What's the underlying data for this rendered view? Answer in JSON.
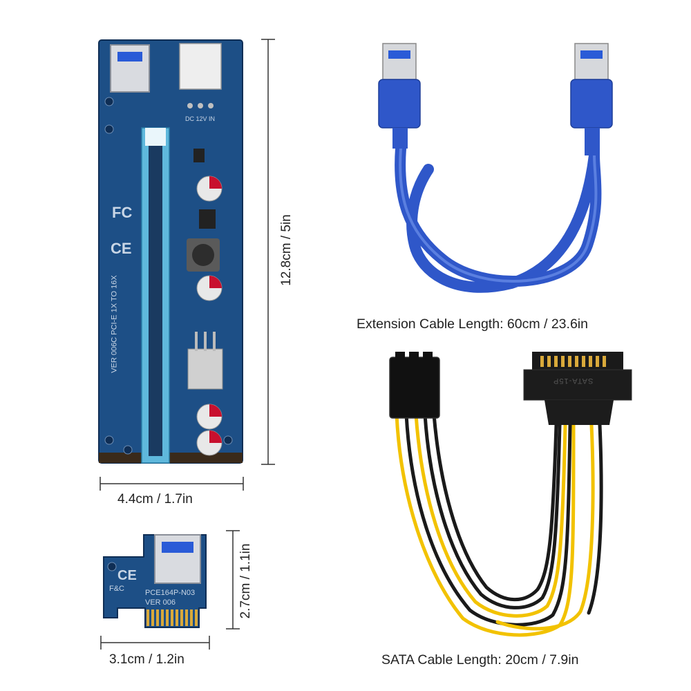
{
  "riser_board": {
    "model_text": "VER 006C PCI-E 1X TO 16X",
    "power_label": "DC 12V IN",
    "fcc_mark": "FC",
    "ce_mark": "CE",
    "width_label": "4.4cm / 1.7in",
    "height_label": "12.8cm / 5in"
  },
  "adapter_board": {
    "model_text": "PCE164P-N03",
    "version_text": "VER 006",
    "ce_mark": "CE",
    "fcc_mark": "F&C",
    "width_label": "3.1cm / 1.2in",
    "height_label": "2.7cm / 1.1in"
  },
  "usb_cable": {
    "caption": "Extension Cable Length: 60cm / 23.6in"
  },
  "sata_cable": {
    "connector_text": "SATA-15P",
    "caption": "SATA Cable Length: 20cm / 7.9in"
  },
  "colors": {
    "pcb_blue": "#1d4f86",
    "usb_blue": "#2f57c9",
    "wire_yellow": "#f2c200",
    "wire_black": "#1a1a1a",
    "slot_cyan": "#5fb8dc"
  }
}
